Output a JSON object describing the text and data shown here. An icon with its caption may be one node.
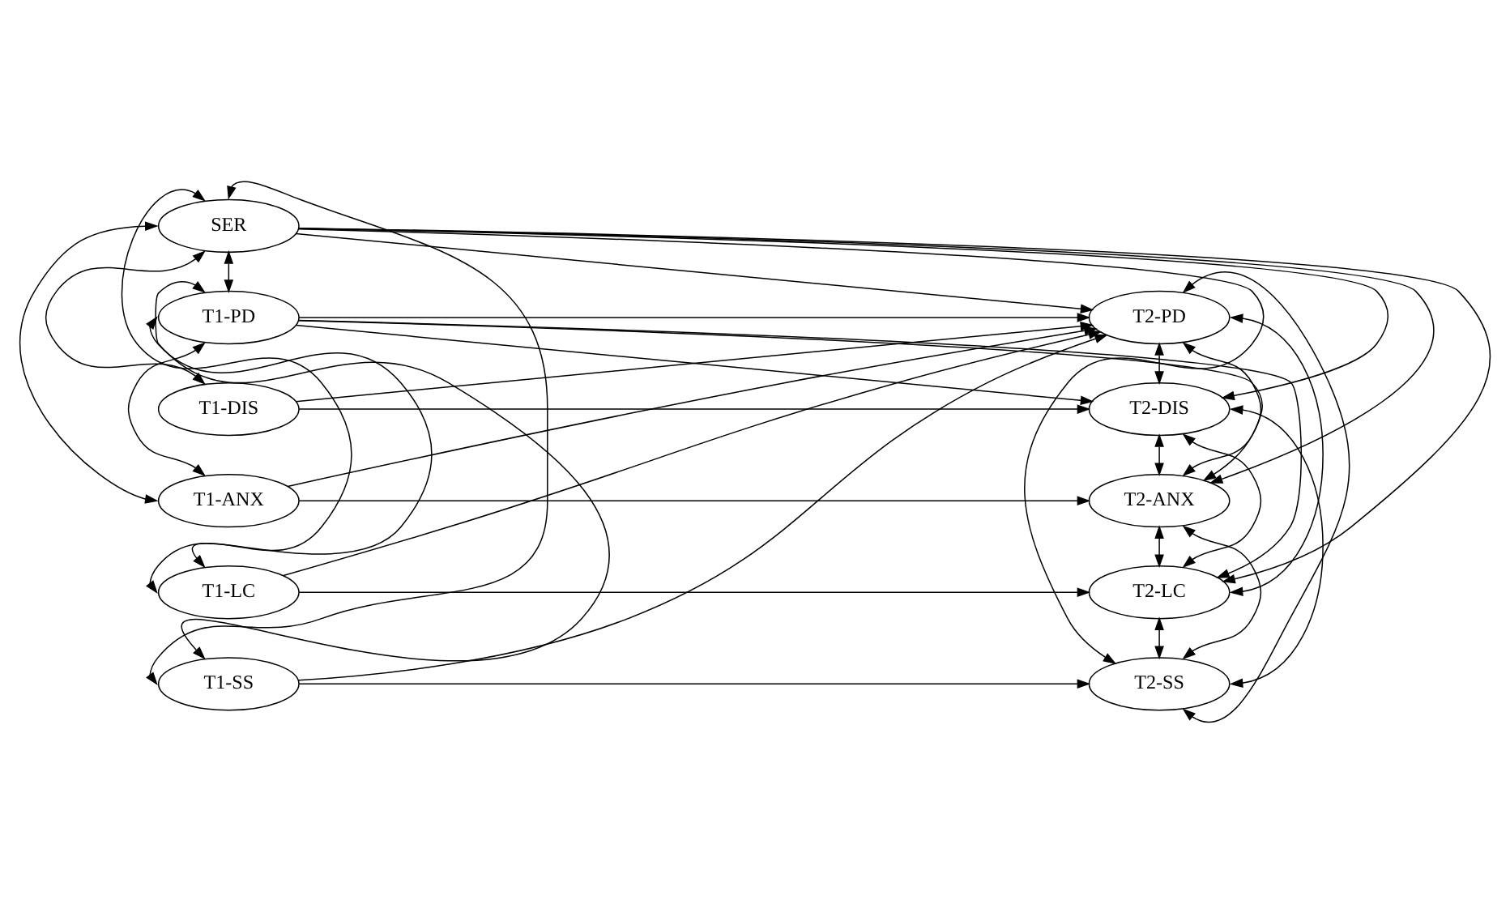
{
  "diagram": {
    "nodes": [
      {
        "text": [
          "SER"
        ]
      },
      {
        "text": [
          "T1-PD"
        ]
      },
      {
        "text": [
          "T1-DIS"
        ]
      },
      {
        "text": [
          "T1-ANX"
        ]
      },
      {
        "text": [
          "T1-LC"
        ]
      },
      {
        "text": [
          "T1-SS"
        ]
      },
      {
        "text": [
          "T2-PD"
        ]
      },
      {
        "text": [
          "T2-DIS"
        ]
      },
      {
        "text": [
          "T2-ANX"
        ]
      },
      {
        "text": [
          "T2-LC"
        ]
      },
      {
        "text": [
          "T2-SS"
        ]
      }
    ],
    "edges": [
      {
        "from": 0,
        "to": 6,
        "arrow": "to"
      },
      {
        "from": 0,
        "to": 7,
        "arrow": "to"
      },
      {
        "from": 0,
        "to": 8,
        "arrow": "to"
      },
      {
        "from": 0,
        "to": 9,
        "arrow": "to"
      },
      {
        "from": 0,
        "to": 10,
        "arrow": "to"
      },
      {
        "from": 1,
        "to": 6,
        "arrow": "to"
      },
      {
        "from": 1,
        "to": 7,
        "arrow": "to"
      },
      {
        "from": 1,
        "to": 8,
        "arrow": "to"
      },
      {
        "from": 1,
        "to": 9,
        "arrow": "to"
      },
      {
        "from": 2,
        "to": 6,
        "arrow": "to"
      },
      {
        "from": 2,
        "to": 7,
        "arrow": "to"
      },
      {
        "from": 3,
        "to": 6,
        "arrow": "to"
      },
      {
        "from": 3,
        "to": 8,
        "arrow": "to"
      },
      {
        "from": 4,
        "to": 6,
        "arrow": "to"
      },
      {
        "from": 4,
        "to": 9,
        "arrow": "to"
      },
      {
        "from": 5,
        "to": 6,
        "arrow": "to"
      },
      {
        "from": 5,
        "to": 10,
        "arrow": "to"
      },
      {
        "from": 0,
        "to": 1,
        "arrow": "both"
      },
      {
        "from": 0,
        "to": 2,
        "arrow": "both"
      },
      {
        "from": 0,
        "to": 3,
        "arrow": "both"
      },
      {
        "from": 0,
        "to": 4,
        "arrow": "both"
      },
      {
        "from": 0,
        "to": 5,
        "arrow": "both"
      },
      {
        "from": 1,
        "to": 3,
        "arrow": "both"
      },
      {
        "from": 1,
        "to": 4,
        "arrow": "both"
      },
      {
        "from": 1,
        "to": 5,
        "arrow": "both"
      },
      {
        "from": 6,
        "to": 7,
        "arrow": "both"
      },
      {
        "from": 6,
        "to": 8,
        "arrow": "both"
      },
      {
        "from": 6,
        "to": 9,
        "arrow": "both"
      },
      {
        "from": 6,
        "to": 10,
        "arrow": "both"
      },
      {
        "from": 7,
        "to": 8,
        "arrow": "both"
      },
      {
        "from": 7,
        "to": 9,
        "arrow": "both"
      },
      {
        "from": 7,
        "to": 10,
        "arrow": "both"
      },
      {
        "from": 8,
        "to": 9,
        "arrow": "both"
      },
      {
        "from": 8,
        "to": 10,
        "arrow": "both"
      },
      {
        "from": 9,
        "to": 10,
        "arrow": "both"
      }
    ]
  }
}
